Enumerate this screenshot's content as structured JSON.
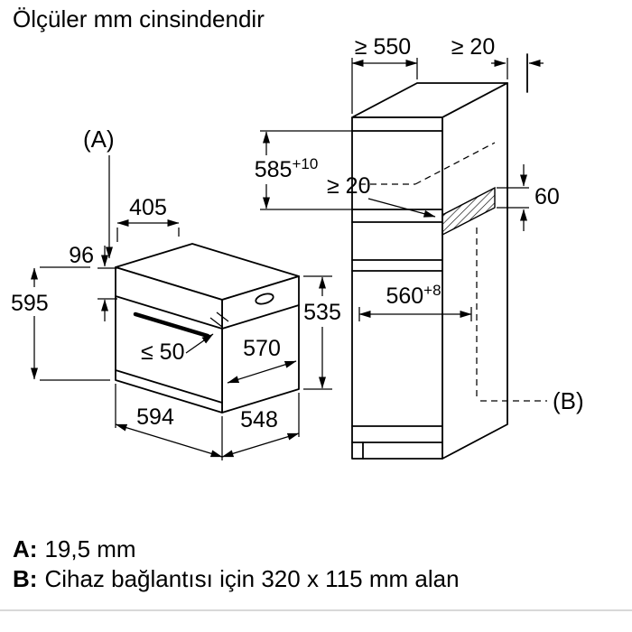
{
  "title": "Ölçüler mm cinsindendir",
  "callouts": {
    "a": "(A)",
    "b": "(B)"
  },
  "oven": {
    "top_depth": "405",
    "panel_height": "96",
    "height": "595",
    "handle_clearance": "≤ 50",
    "depth_with_door": "570",
    "width": "594",
    "depth": "548",
    "side_height": "535"
  },
  "cabinet": {
    "min_depth": "≥ 550",
    "rear_gap": "≥ 20",
    "niche_height": {
      "base": "585",
      "tol": "+10"
    },
    "vent_gap": "≥ 20",
    "vent_height": "60",
    "niche_width": {
      "base": "560",
      "tol": "+8"
    }
  },
  "notes": {
    "a_key": "A:",
    "a_value": "19,5 mm",
    "b_key": "B:",
    "b_value": "Cihaz bağlantısı için 320 x 115 mm alan"
  }
}
